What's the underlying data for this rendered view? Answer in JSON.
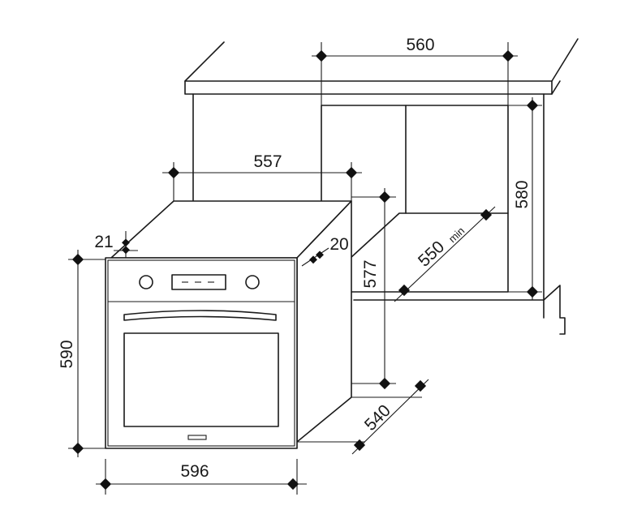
{
  "dimensions": {
    "niche_width": "560",
    "niche_height": "580",
    "niche_depth": "550",
    "niche_depth_suffix": "min",
    "oven_depth_top": "557",
    "oven_top_offset": "21",
    "oven_side_offset": "20",
    "oven_body_height": "577",
    "oven_height": "590",
    "oven_width": "596",
    "oven_body_depth": "540"
  },
  "colors": {
    "line": "#1a1a1a",
    "background": "#ffffff"
  }
}
